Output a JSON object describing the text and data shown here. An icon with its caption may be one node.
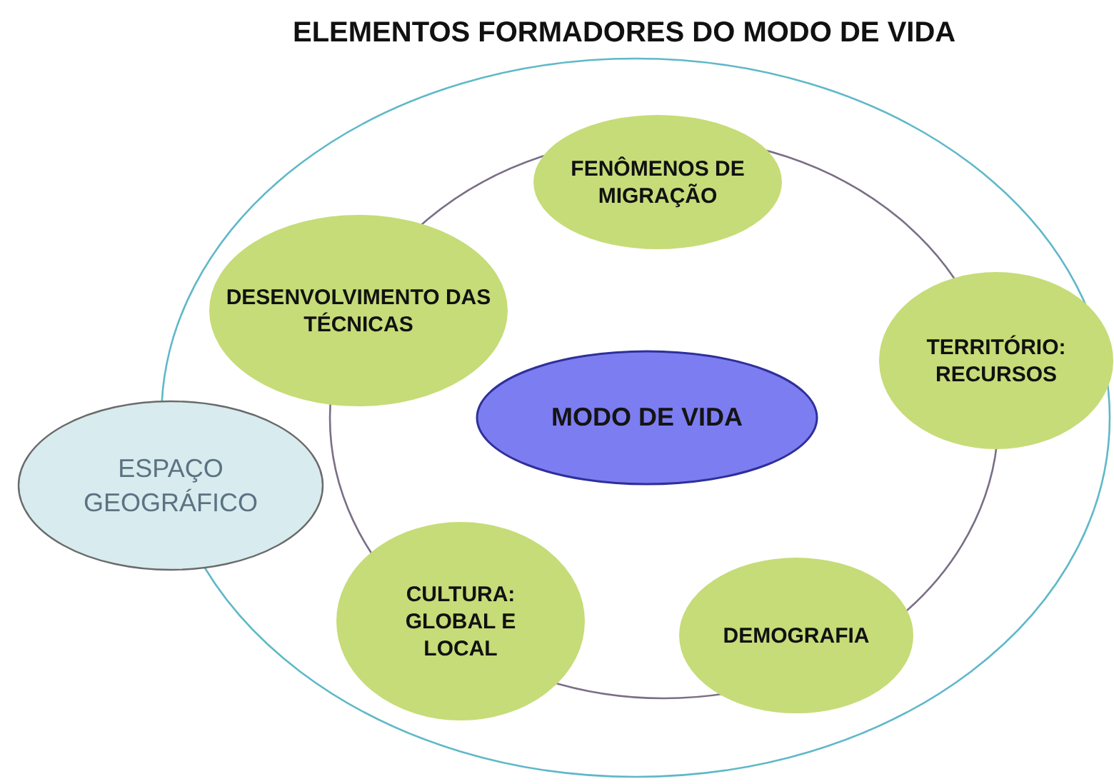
{
  "diagram": {
    "title": "ELEMENTOS FORMADORES DO MODO DE VIDA",
    "nodes": [
      {
        "text": [],
        "shape": "ellipse"
      },
      {
        "text": [],
        "shape": "ellipse",
        "in": 0
      },
      {
        "text": [
          "FENÔMENOS DE MIGRAÇÃO"
        ],
        "in": 0
      },
      {
        "text": [
          "DESENVOLVIMENTO DAS TÉCNICAS"
        ],
        "in": 0
      },
      {
        "text": [
          "TERRITÓRIO: RECURSOS"
        ],
        "in": 0
      },
      {
        "text": [
          "MODO DE VIDA"
        ],
        "in": 1
      },
      {
        "text": [
          "ESPAÇO GEOGRÁFICO"
        ]
      },
      {
        "text": [
          "CULTURA: GLOBAL E LOCAL"
        ],
        "in": 0
      },
      {
        "text": [
          "DEMOGRAFIA"
        ],
        "in": 0
      }
    ],
    "edges": []
  }
}
